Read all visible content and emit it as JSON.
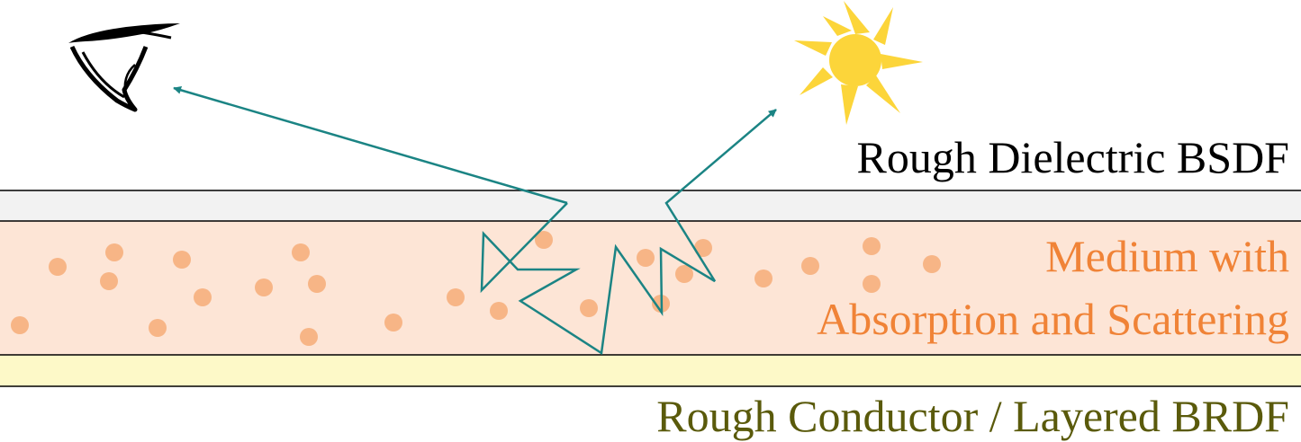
{
  "labels": {
    "top_layer": "Rough Dielectric BSDF",
    "medium_line1": "Medium with",
    "medium_line2": "Absorption and Scattering",
    "base_layer": "Rough Conductor / Layered BRDF"
  },
  "icons": {
    "viewer": "eye-icon",
    "light": "sun-icon"
  },
  "colors": {
    "dielectric_fill": "#f2f2f2",
    "medium_fill": "#fde5d6",
    "conductor_fill": "#fdf9c8",
    "particle": "#f7b586",
    "medium_text": "#f08337",
    "conductor_text": "#5a5a0b",
    "dielectric_text": "#000000",
    "ray": "#1b8484",
    "sun": "#fcd53a"
  }
}
